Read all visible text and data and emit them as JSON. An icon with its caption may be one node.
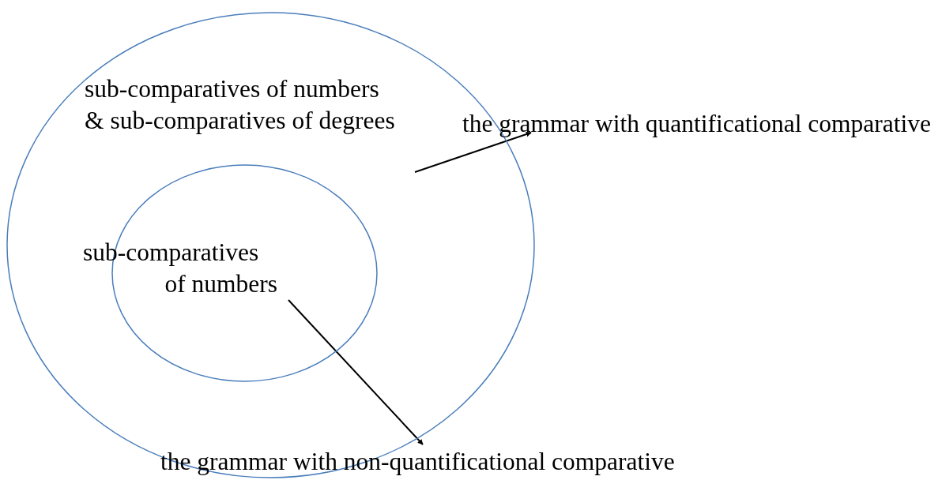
{
  "diagram": {
    "nodes": [
      {
        "text": [
          "sub-comparatives of numbers & sub-comparatives of degrees"
        ]
      },
      {
        "text": [
          "sub-comparatives of numbers"
        ],
        "in": 0
      },
      {
        "text": [
          "the grammar with quantificational comparative"
        ]
      },
      {
        "text": [
          "the grammar with non-quantificational comparative"
        ]
      }
    ],
    "edges": [
      {
        "from": null,
        "to": 2,
        "arrow": "to"
      },
      {
        "from": 1,
        "to": 3,
        "arrow": "to"
      }
    ]
  }
}
